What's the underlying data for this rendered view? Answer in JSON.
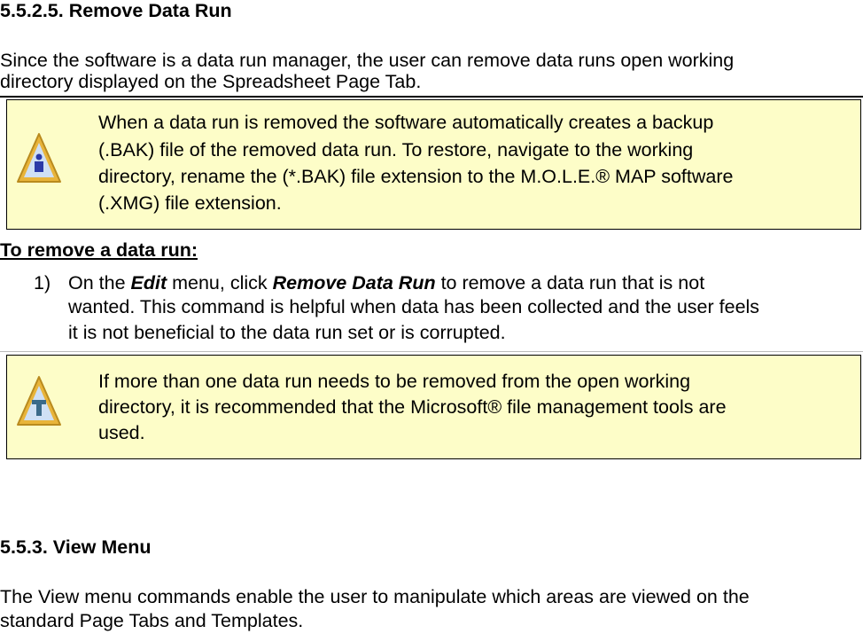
{
  "section_552": {
    "heading": "5.5.2.5. Remove Data Run",
    "intro_line1": "Since the software is a data run manager, the user can remove data runs open working",
    "intro_line2": "directory displayed on the Spreadsheet Page Tab."
  },
  "note_info": {
    "icon": "info-icon",
    "line1": "When a data run is removed the software automatically creates a backup",
    "line2": "(.BAK) file of the removed data run. To restore, navigate to the working",
    "line3": "directory, rename the (*.BAK) file extension to the M.O.L.E.® MAP software",
    "line4": "(.XMG) file extension."
  },
  "procedure": {
    "heading": "To remove a data run:",
    "step1": {
      "number": "1)",
      "prefix": "On the ",
      "menu": "Edit",
      "middle": " menu, click ",
      "command": "Remove Data Run",
      "suffix": " to remove a data run that is not",
      "line2": "wanted. This command is helpful when data has been collected and the user feels",
      "line3": "it is not beneficial to the data run set or is corrupted."
    }
  },
  "note_tip": {
    "icon": "tip-icon",
    "line1": "If more than one data run needs to be removed from the open working",
    "line2": "directory, it is recommended that the Microsoft® file management tools are",
    "line3": "used."
  },
  "section_553": {
    "heading": "5.5.3. View Menu",
    "line1": "The View menu commands enable the user to manipulate which areas are viewed on the",
    "line2": "standard Page Tabs and Templates."
  },
  "colors": {
    "note_background": "#fdfdc8",
    "icon_body": "#e8b43a",
    "icon_inner": "#cfe0f5",
    "icon_glyph": "#2b3aa8"
  }
}
